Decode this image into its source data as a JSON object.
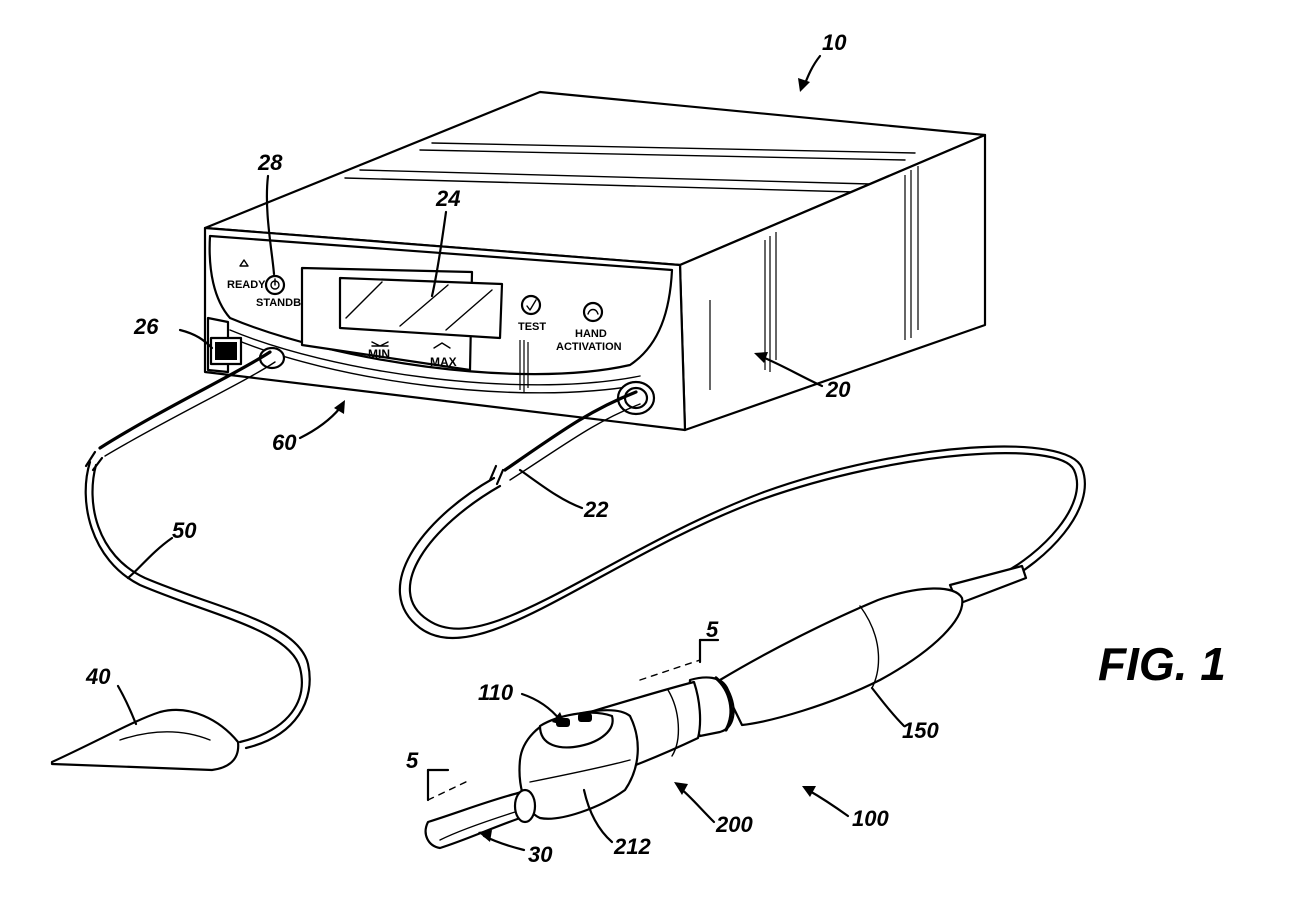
{
  "figure": {
    "label": "FIG. 1"
  },
  "panel": {
    "ready": "READY",
    "standby": "STANDBY",
    "min": "MIN",
    "max": "MAX",
    "test": "TEST",
    "hand_activation_line1": "HAND",
    "hand_activation_line2": "ACTIVATION"
  },
  "references": {
    "r10": "10",
    "r20": "20",
    "r22": "22",
    "r24": "24",
    "r26": "26",
    "r28": "28",
    "r30": "30",
    "r40": "40",
    "r50": "50",
    "r60": "60",
    "r100": "100",
    "r110": "110",
    "r150": "150",
    "r200": "200",
    "r212": "212",
    "r5a": "5",
    "r5b": "5"
  }
}
